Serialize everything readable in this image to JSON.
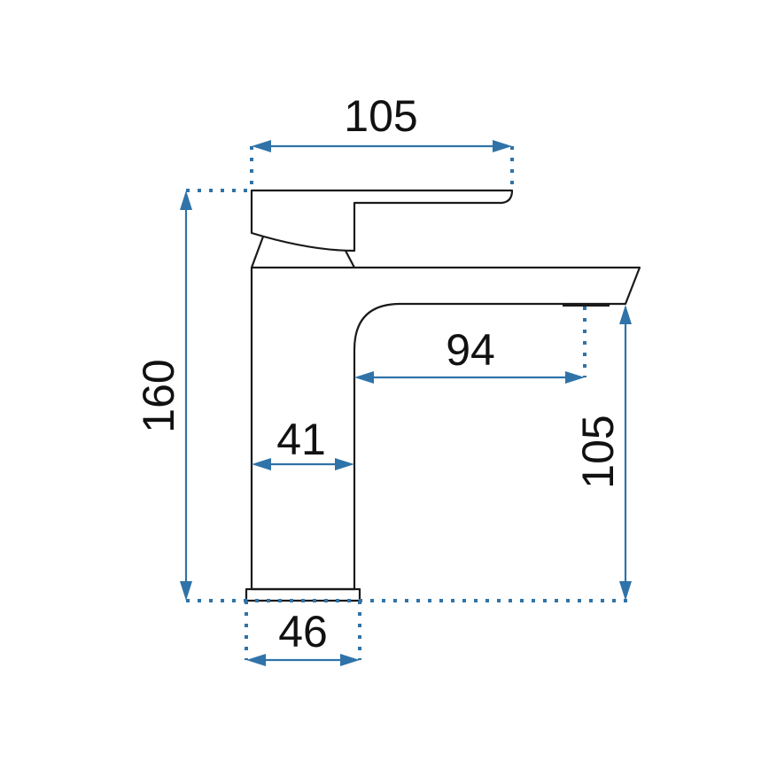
{
  "diagram": {
    "subject": "Basin faucet technical drawing",
    "units": "mm",
    "colors": {
      "outline": "#1a1a1a",
      "dimension": "#2f73a8",
      "background": "#ffffff"
    },
    "dimensions": {
      "handle_length": "105",
      "total_height": "160",
      "spout_reach": "94",
      "body_width": "41",
      "base_width": "46",
      "spout_height": "105"
    }
  }
}
